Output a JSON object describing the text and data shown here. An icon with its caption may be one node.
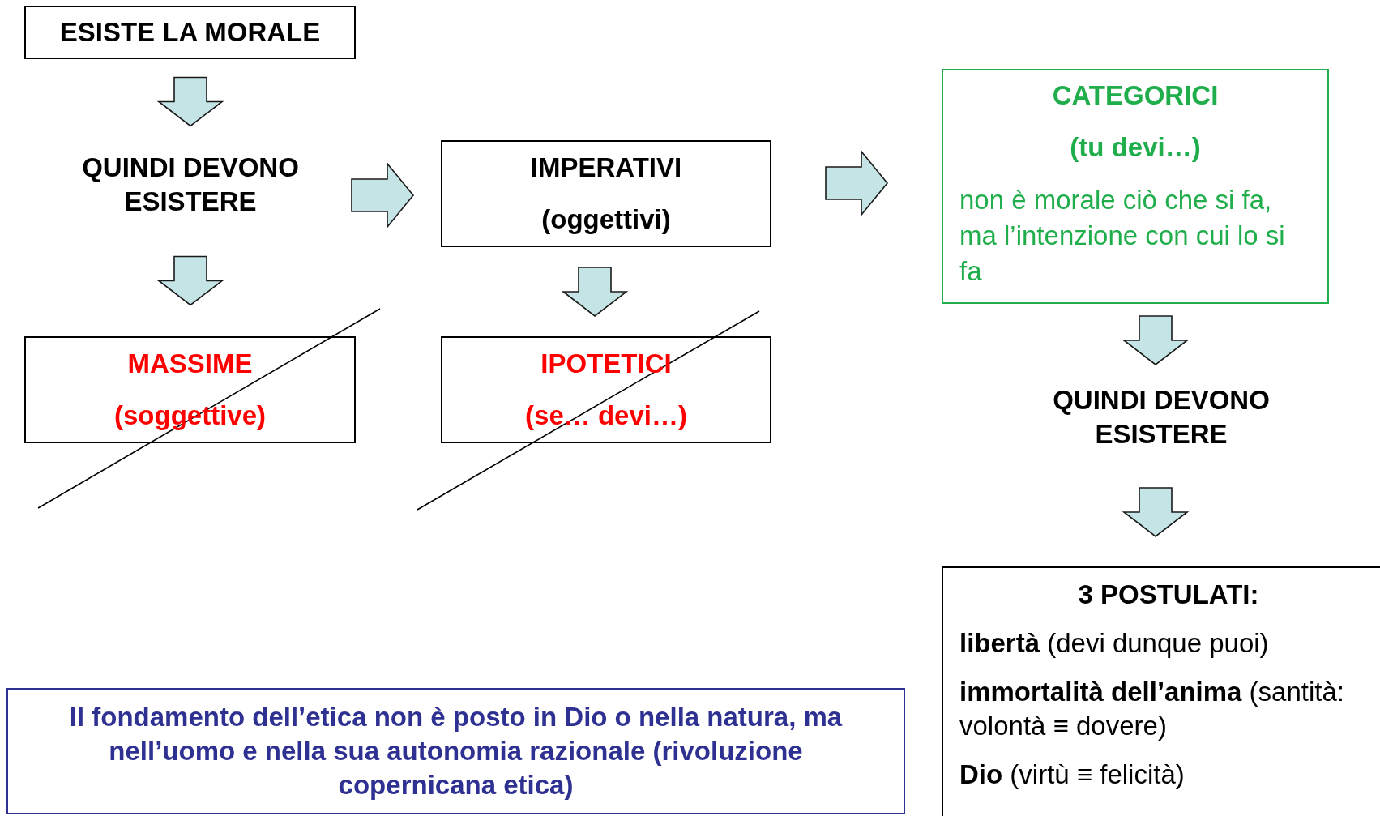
{
  "diagram": {
    "nodes": [
      {
        "text": [
          "ESISTE LA MORALE"
        ]
      },
      {
        "text": [
          "QUINDI DEVONO ESISTERE"
        ]
      },
      {
        "text": [
          "IMPERATIVI",
          "(oggettivi)"
        ]
      },
      {
        "text": [
          "CATEGORICI",
          "(tu devi…)",
          "non è morale ciò che si fa, ma l’intenzione con cui lo si fa"
        ]
      },
      {
        "text": [
          "MASSIME",
          "(soggettive)"
        ]
      },
      {
        "text": [
          "IPOTETICI",
          "(se… devi…)"
        ]
      },
      {
        "text": [
          "QUINDI DEVONO ESISTERE"
        ]
      },
      {
        "text": [
          "3 POSTULATI:",
          "**libertà** (devi dunque puoi)",
          "**immortalità dell’anima** (santità: volontà ≡ dovere)",
          "**Dio** (virtù ≡ felicità)"
        ]
      },
      {
        "text": [
          "Il fondamento dell’etica non è posto in Dio o nella natura, ma nell’uomo e nella sua autonomia razionale (rivoluzione copernicana etica)"
        ]
      }
    ],
    "edges": [
      {
        "from": 0,
        "to": 1,
        "arrow": "to"
      },
      {
        "from": 1,
        "to": 2,
        "arrow": "to"
      },
      {
        "from": 2,
        "to": 3,
        "arrow": "to"
      },
      {
        "from": 1,
        "to": 4,
        "arrow": "to"
      },
      {
        "from": 2,
        "to": 5,
        "arrow": "to"
      },
      {
        "from": 3,
        "to": 6,
        "arrow": "to"
      },
      {
        "from": 6,
        "to": 7,
        "arrow": "to"
      }
    ]
  }
}
